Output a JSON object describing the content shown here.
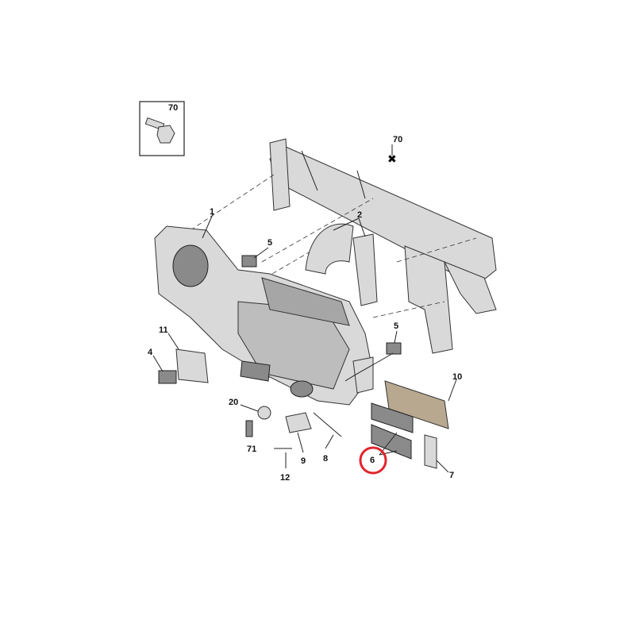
{
  "diagram": {
    "labels": {
      "inset_bolt": "70",
      "crossbeam_bolt": "70",
      "hvac_housing": "1",
      "ducts": "2",
      "actuator_top": "5",
      "actuator_right": "5",
      "resistor": "11",
      "sensor": "4",
      "heater_core": "10",
      "fastener": "20",
      "screw": "71",
      "valve": "9",
      "pipe": "8",
      "hose": "12",
      "filter": "6",
      "bracket": "7"
    },
    "highlight_color": "#e0242c"
  }
}
